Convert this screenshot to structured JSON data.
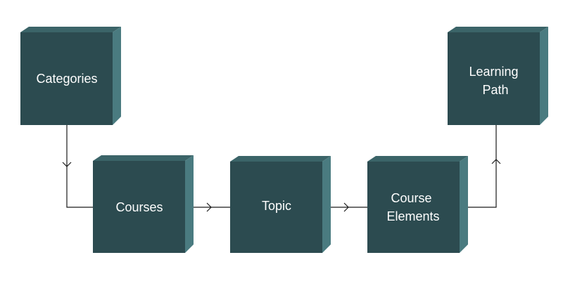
{
  "colors": {
    "box_front": "#2c4b50",
    "box_top": "#3b6468",
    "box_side": "#4a7b80",
    "connector": "#1a1a1a",
    "background": "#ffffff"
  },
  "nodes": [
    {
      "id": "categories",
      "label_lines": [
        "Categories"
      ]
    },
    {
      "id": "courses",
      "label_lines": [
        "Courses"
      ]
    },
    {
      "id": "topic",
      "label_lines": [
        "Topic"
      ]
    },
    {
      "id": "course-elements",
      "label_lines": [
        "Course",
        "Elements"
      ]
    },
    {
      "id": "learning-path",
      "label_lines": [
        "Learning",
        "Path"
      ]
    }
  ],
  "edges": [
    {
      "from": "categories",
      "to": "courses"
    },
    {
      "from": "courses",
      "to": "topic"
    },
    {
      "from": "topic",
      "to": "course-elements"
    },
    {
      "from": "course-elements",
      "to": "learning-path"
    }
  ]
}
